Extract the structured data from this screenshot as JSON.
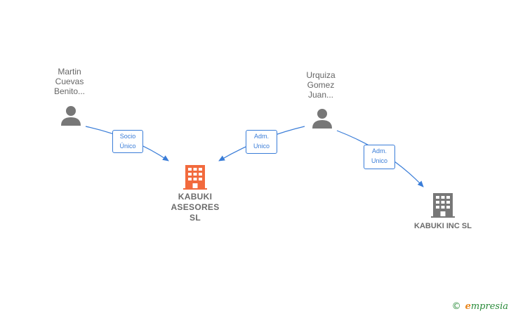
{
  "persons": [
    {
      "id": "martin",
      "lines": [
        "Martin",
        "Cuevas",
        "Benito..."
      ]
    },
    {
      "id": "urquiza",
      "lines": [
        "Urquiza",
        "Gomez",
        "Juan..."
      ]
    }
  ],
  "relations": [
    {
      "id": "socio-unico",
      "lines": [
        "Socio",
        "Único"
      ]
    },
    {
      "id": "adm-unico-1",
      "lines": [
        "Adm.",
        "Unico"
      ]
    },
    {
      "id": "adm-unico-2",
      "lines": [
        "Adm.",
        "Unico"
      ]
    }
  ],
  "companies": [
    {
      "id": "kabuki-asesores",
      "lines": [
        "KABUKI",
        "ASESORES",
        "SL"
      ],
      "color": "#f26a3d"
    },
    {
      "id": "kabuki-inc",
      "lines": [
        "KABUKI INC SL"
      ],
      "color": "#777777"
    }
  ],
  "colors": {
    "edge": "#3a7dd8",
    "person": "#777777",
    "brand_green": "#2a8b3a",
    "brand_orange": "#e8841a"
  },
  "brand": {
    "copyright": "©",
    "initial": "e",
    "rest": "mpresia"
  }
}
